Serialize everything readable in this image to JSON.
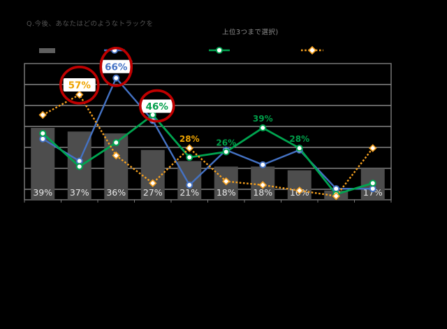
{
  "header": {
    "title": "Q.今後、あなたはどのようなトラックを",
    "subtitle": "上位3つまで選択)"
  },
  "legend": {
    "labels_hidden": true,
    "items": [
      {
        "name": "bar-series",
        "type": "bar",
        "color": "#5f5f5f",
        "label": ""
      },
      {
        "name": "blue-series",
        "type": "line",
        "color": "#4472C4",
        "label": ""
      },
      {
        "name": "green-series",
        "type": "line",
        "color": "#00A550",
        "label": ""
      },
      {
        "name": "orange-series",
        "type": "dotted-line",
        "color": "#F7A11E",
        "label": ""
      }
    ]
  },
  "chart_data": {
    "type": "bar",
    "combo": "bar+line",
    "title": "Q.今後、あなたはどのようなトラックを",
    "subtitle": "上位3つまで選択)",
    "categories": [
      "",
      "",
      "",
      "",
      "",
      "",
      "",
      "",
      "",
      ""
    ],
    "x_axis_labels_visible": false,
    "y_axis_labels_visible": false,
    "ylim": [
      0,
      74
    ],
    "grid": true,
    "bar_color": "#4d4d4d",
    "bar_values": [
      39,
      37,
      36,
      27,
      21,
      18,
      18,
      16,
      5,
      17
    ],
    "bar_labels": [
      "39%",
      "37%",
      "36%",
      "27%",
      "21%",
      "18%",
      "18%",
      "16%",
      "",
      "17%"
    ],
    "series": [
      {
        "name": "blue",
        "color": "#4472C4",
        "label_color": "#4472C4",
        "marker": "circle",
        "dotted": false,
        "values": [
          33,
          21,
          66,
          43,
          8,
          27,
          19,
          27,
          6,
          6
        ],
        "point_labels": [
          "",
          "",
          "66%",
          "",
          "",
          "",
          "",
          "",
          "",
          ""
        ],
        "boxed_index": 2,
        "circled_index": 2
      },
      {
        "name": "green",
        "color": "#00A550",
        "label_color": "#009E49",
        "marker": "circle",
        "dotted": false,
        "values": [
          36,
          18,
          31,
          46,
          23,
          26,
          39,
          28,
          3,
          9
        ],
        "point_labels": [
          "",
          "",
          "",
          "46%",
          "",
          "26%",
          "39%",
          "28%",
          "",
          ""
        ],
        "boxed_index": 3,
        "circled_index": 3
      },
      {
        "name": "orange",
        "color": "#F7A11E",
        "label_color": "#EFA400",
        "marker": "diamond",
        "dotted": true,
        "values": [
          46,
          57,
          24,
          9,
          28,
          10,
          8,
          5,
          2,
          28
        ],
        "point_labels": [
          "",
          "57%",
          "",
          "",
          "28%",
          "",
          "",
          "",
          "",
          ""
        ],
        "boxed_index": 1,
        "circled_index": 1
      }
    ],
    "annotations": [
      {
        "text": "57%",
        "style": "red-circle",
        "series": "orange",
        "color": "#C00000"
      },
      {
        "text": "66%",
        "style": "red-circle",
        "series": "blue",
        "color": "#C00000"
      },
      {
        "text": "46%",
        "style": "red-circle",
        "series": "green",
        "color": "#C00000"
      }
    ]
  }
}
